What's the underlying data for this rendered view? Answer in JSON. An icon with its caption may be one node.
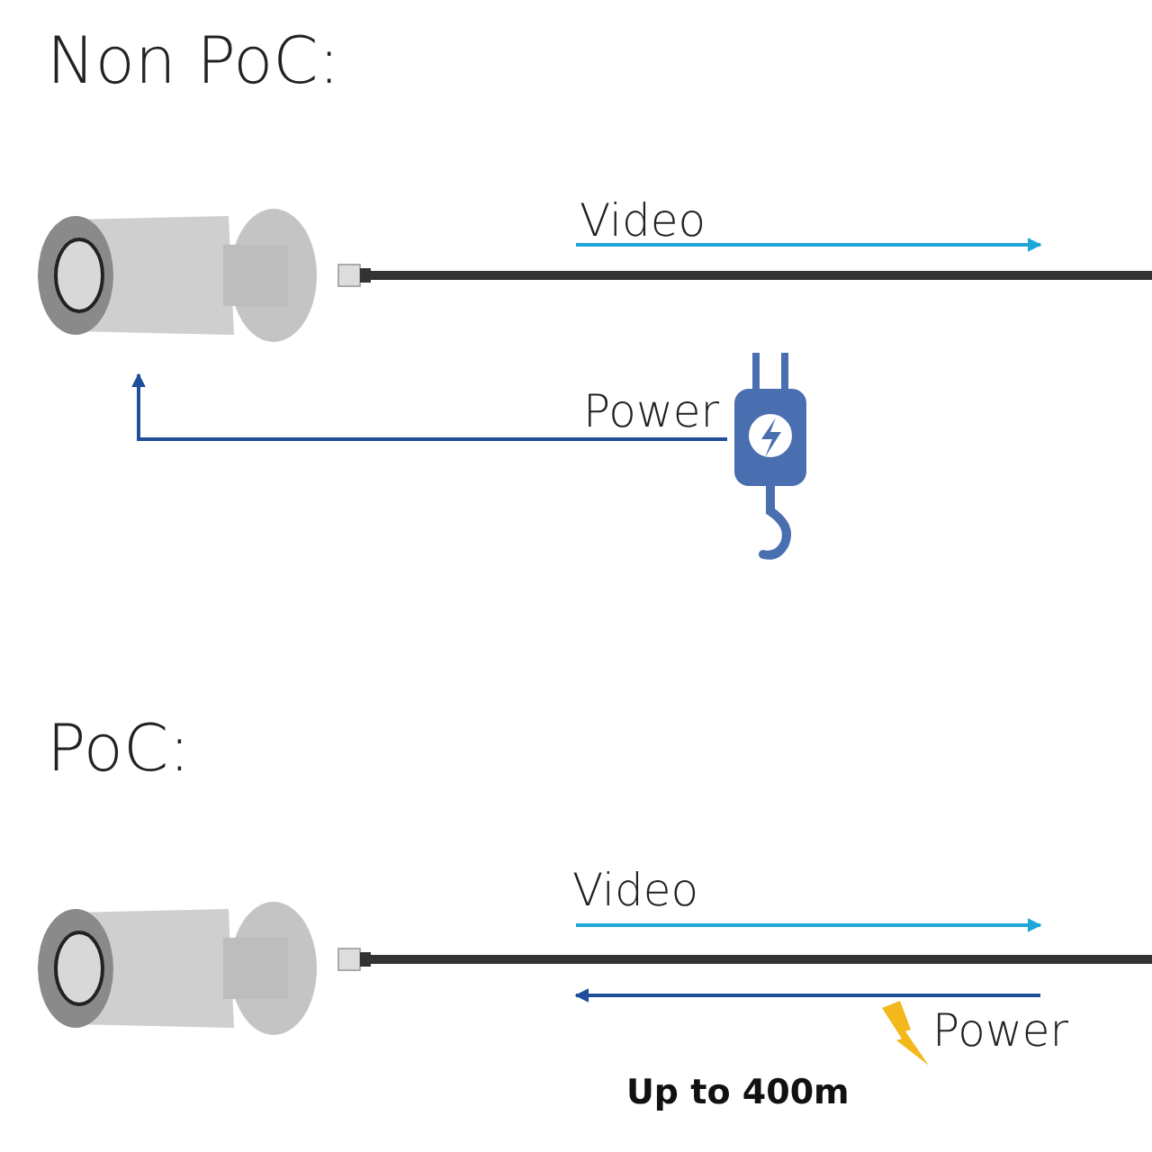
{
  "diagram": {
    "nodes": [
      {
        "text": [],
        "shape": "picture"
      },
      {
        "text": [],
        "shape": "picture"
      },
      {
        "text": [],
        "shape": "picture"
      }
    ],
    "edges": [
      {
        "from": 1,
        "to": 0,
        "arrow": "to",
        "label": "Power",
        "color": "#1f4e9a"
      }
    ],
    "labels": [
      "Non PoC:",
      "Video",
      "PoC:",
      "Video",
      "Power",
      "Up to 400m"
    ]
  }
}
